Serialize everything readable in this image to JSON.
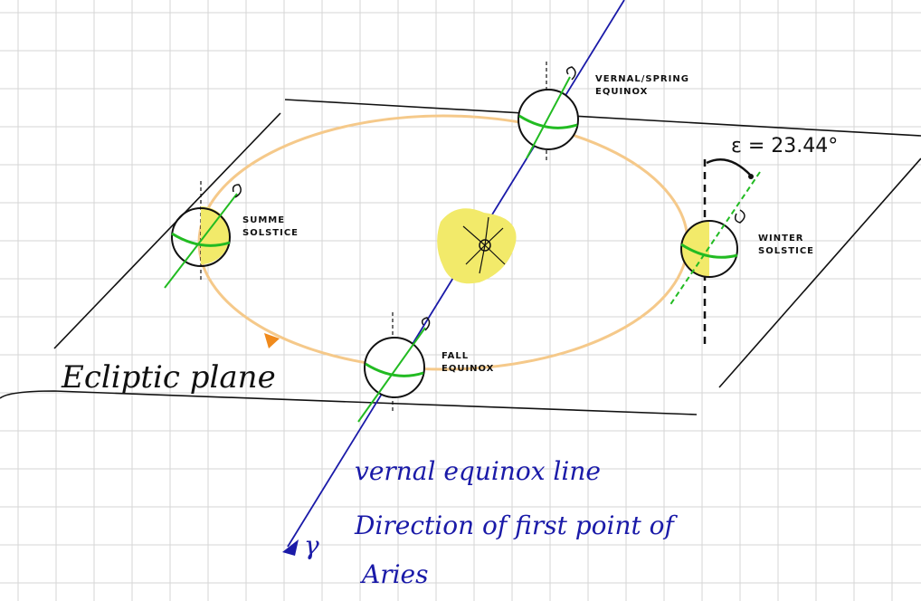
{
  "labels": {
    "vernal_line1": "VERNAL/SPRING",
    "vernal_line2": "EQUINOX",
    "summer_line1": "SUMME",
    "summer_line2": "SOLSTICE",
    "winter_line1": "WINTER",
    "winter_line2": "SOLSTICE",
    "fall_line1": "FALL",
    "fall_line2": "EQUINOX",
    "epsilon": "ε = 23.44°",
    "ecliptic_plane": "Ecliptic plane",
    "vernal_equinox_line": "vernal equinox line",
    "direction_line1": "Direction of first point of",
    "direction_line2": "Aries",
    "aries_symbol": "γ"
  },
  "colors": {
    "grid": "#d6d6d6",
    "orbit": "#f5c98a",
    "axis_blue": "#1a1aa8",
    "earth_axis_green": "#22bb22",
    "sun_highlight": "#f2ea6a",
    "arrow_orange": "#f08a1c"
  }
}
